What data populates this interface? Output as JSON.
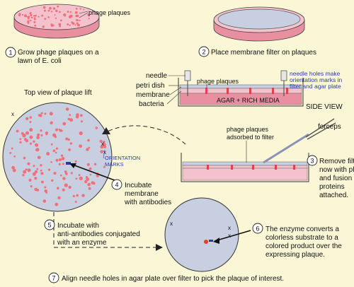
{
  "steps": {
    "s1": {
      "num": "1",
      "line1": "Grow phage plaques on a",
      "line2": "lawn of E. coli"
    },
    "s2": {
      "num": "2",
      "line1": "Place membrane filter on plaques"
    },
    "s3": {
      "num": "3",
      "line1": "Remove filter,",
      "line2": "now with phage",
      "line3": "and fusion",
      "line4": "proteins",
      "line5": "attached."
    },
    "s4": {
      "num": "4",
      "line1": "Incubate",
      "line2": "membrane",
      "line3": "with antibodies"
    },
    "s5": {
      "num": "5",
      "line1": "Incubate with",
      "line2": "anti-antibodies conjugated",
      "line3": "with an enzyme"
    },
    "s6": {
      "num": "6",
      "line1": "The enzyme converts a",
      "line2": "colorless substrate to a",
      "line3": "colored product over the",
      "line4": "expressing plaque."
    },
    "s7": {
      "num": "7",
      "line1": "Align needle holes in agar plate over filter to pick the plaque of interest."
    }
  },
  "labels": {
    "phage_plaques_top": "phage plaques",
    "needle": "needle",
    "petri_dish": "petri dish",
    "membrane": "membrane",
    "bacteria": "bacteria",
    "phage_plaques_side": "phage plaques",
    "agar": "AGAR + RICH MEDIA",
    "side_view": "SIDE VIEW",
    "needle_holes_1": "needle holes make",
    "needle_holes_2": "orientation marks in",
    "needle_holes_3": "filter and agar plate",
    "top_view": "Top view of plaque lift",
    "orientation_1": "ORIENTATION",
    "orientation_2": "MARKS",
    "adsorbed_1": "phage plaques",
    "adsorbed_2": "adsorbed to filter",
    "forceps": "forceps",
    "x_mark": "x"
  },
  "colors": {
    "background": "#fbf7d6",
    "plaque": "#f0707a",
    "dish_pink": "#f2b9c4",
    "membrane_grey": "#c8cfe0",
    "annotation_blue": "#2a3c9e"
  }
}
